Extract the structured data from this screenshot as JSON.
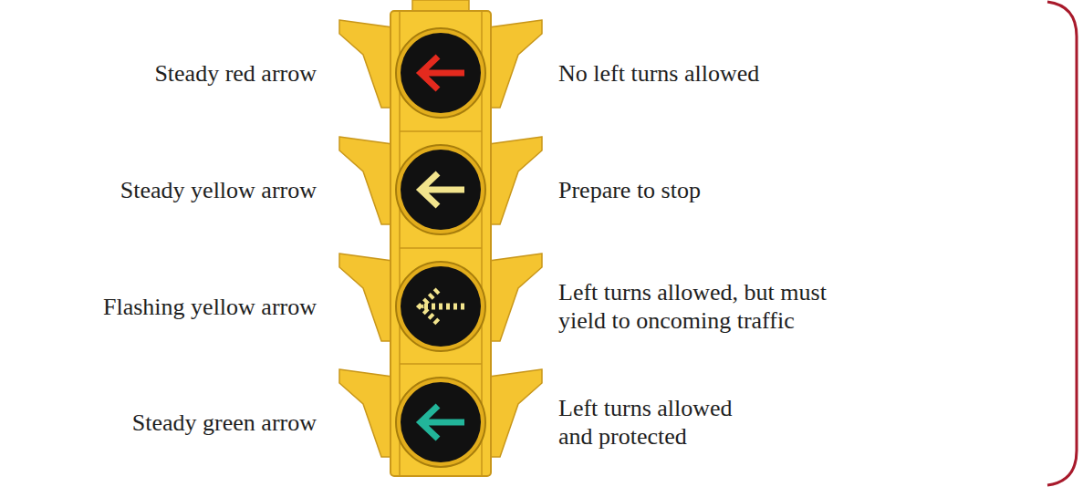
{
  "diagram": {
    "labels": [
      "Steady red arrow",
      "No left turns allowed",
      "Steady yellow arrow",
      "Prepare to stop",
      "Flashing yellow arrow",
      "Left turns allowed, but must yield to oncoming traffic",
      "Steady green arrow",
      "Left turns allowed and protected"
    ]
  }
}
